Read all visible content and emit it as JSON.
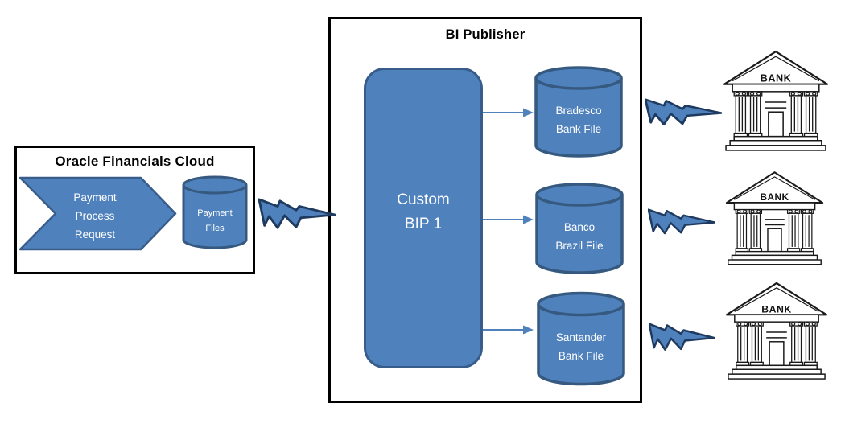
{
  "colors": {
    "shape_fill": "#4f81bd",
    "shape_border": "#385d8a",
    "bolt_fill": "#4f81bd",
    "bolt_border": "#1f3a5f",
    "connector": "#4f81bd",
    "box_border": "#000000",
    "title_text": "#000000",
    "text_on_shape": "#ffffff",
    "bank_outline": "#1a1a1a",
    "background": "#ffffff"
  },
  "ofc": {
    "title": "Oracle Financials Cloud",
    "chevron_lines": [
      "Payment",
      "Process",
      "Request"
    ],
    "cylinder_lines": [
      "Payment",
      "Files"
    ]
  },
  "bip": {
    "title": "BI Publisher",
    "process_lines": [
      "Custom",
      "BIP 1"
    ],
    "outputs": [
      {
        "line1": "Bradesco",
        "line2": "Bank File"
      },
      {
        "line1": "Banco",
        "line2": "Brazil File"
      },
      {
        "line1": "Santander",
        "line2": "Bank File"
      }
    ]
  },
  "banks": [
    {
      "label": "BANK"
    },
    {
      "label": "BANK"
    },
    {
      "label": "BANK"
    }
  ]
}
